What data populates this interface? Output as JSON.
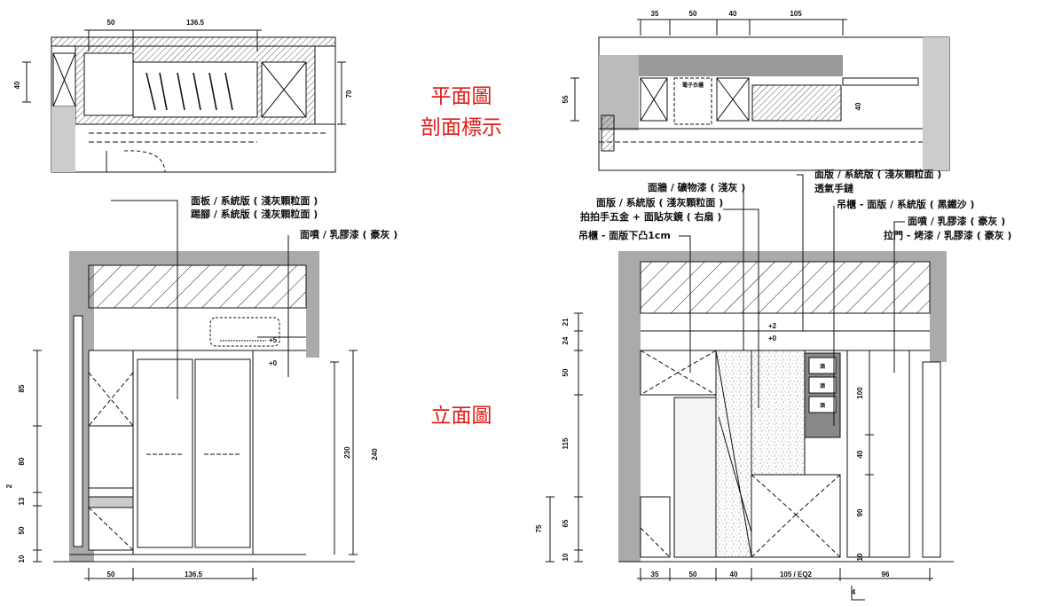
{
  "labels": {
    "plan_title": "平面圖",
    "section_title": "剖面標示",
    "elevation_title": "立面圖"
  },
  "left_plan": {
    "top_dims": [
      "50",
      "136.5"
    ],
    "side_dims": [
      "40",
      "70"
    ]
  },
  "right_plan": {
    "top_dims": [
      "35",
      "50",
      "40",
      "105"
    ],
    "side_dims": [
      "55",
      "40"
    ],
    "appliance_label": "電子衣櫃"
  },
  "left_elevation": {
    "notes": [
      "面板 / 系統版 ( 淺灰顆粒面 )",
      "踢腳 / 系統版 ( 淺灰顆粒面 )",
      "面噴 / 乳膠漆 ( 豪灰 )"
    ],
    "vertical_dims": [
      "85",
      "80",
      "13",
      "2",
      "50",
      "10"
    ],
    "height_dims": [
      "230",
      "240"
    ],
    "bottom_dims": [
      "50",
      "136.5"
    ],
    "level_marks": [
      "+5",
      "+0"
    ]
  },
  "right_elevation": {
    "notes": [
      "面牆 / 礦物漆 ( 淺灰 )",
      "面版 / 系統版 ( 淺灰顆粒面 )",
      "拍拍手五金 + 面貼灰鏡 ( 右扇 )",
      "吊櫃 - 面版下凸1cm",
      "面版 / 系統版 ( 淺灰顆粒面 )",
      "透氣手鏈",
      "吊櫃 - 面版 / 系統版 ( 黑鐵沙 )",
      "面噴 / 乳膠漆 ( 豪灰 )",
      "拉門 - 烤漆 / 乳膠漆 ( 豪灰 )"
    ],
    "vertical_dims": [
      "21",
      "24",
      "50",
      "115",
      "75",
      "65",
      "10"
    ],
    "inner_dims": [
      "100",
      "40",
      "90",
      "10"
    ],
    "bottom_dims": [
      "35",
      "50",
      "40",
      "105 / EQ2",
      "96"
    ],
    "level_marks": [
      "+2",
      "+0"
    ],
    "drawer_labels": [
      "酒",
      "酒",
      "酒"
    ],
    "footnote_dim": "4"
  }
}
